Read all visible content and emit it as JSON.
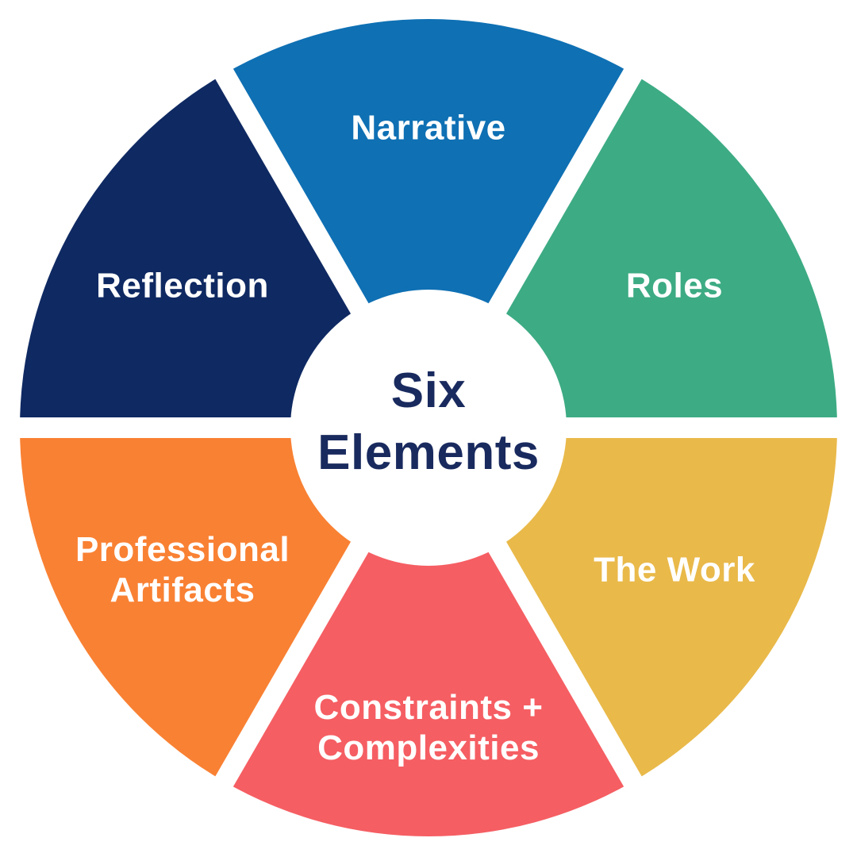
{
  "page": {
    "background_color": "#ffffff"
  },
  "chart_data": {
    "type": "pie",
    "title": "Six Elements",
    "center_label": "Six Elements",
    "legend_position": "none",
    "grid": false,
    "donut": true,
    "label_color": "#ffffff",
    "center_text_color": "#192a5e",
    "gap_color": "#ffffff",
    "segments": [
      {
        "label": "Narrative",
        "value": 1,
        "color": "#0f70b3",
        "start_angle": 240,
        "end_angle": 300
      },
      {
        "label": "Roles",
        "value": 1,
        "color": "#3dac85",
        "start_angle": 300,
        "end_angle": 360
      },
      {
        "label": "The Work",
        "value": 1,
        "color": "#e9ba4a",
        "start_angle": 0,
        "end_angle": 60
      },
      {
        "label": "Constraints + Complexities",
        "value": 1,
        "color": "#f55f63",
        "start_angle": 60,
        "end_angle": 120
      },
      {
        "label": "Professional Artifacts",
        "value": 1,
        "color": "#f98134",
        "start_angle": 120,
        "end_angle": 180
      },
      {
        "label": "Reflection",
        "value": 1,
        "color": "#0f2a62",
        "start_angle": 180,
        "end_angle": 240
      }
    ]
  }
}
